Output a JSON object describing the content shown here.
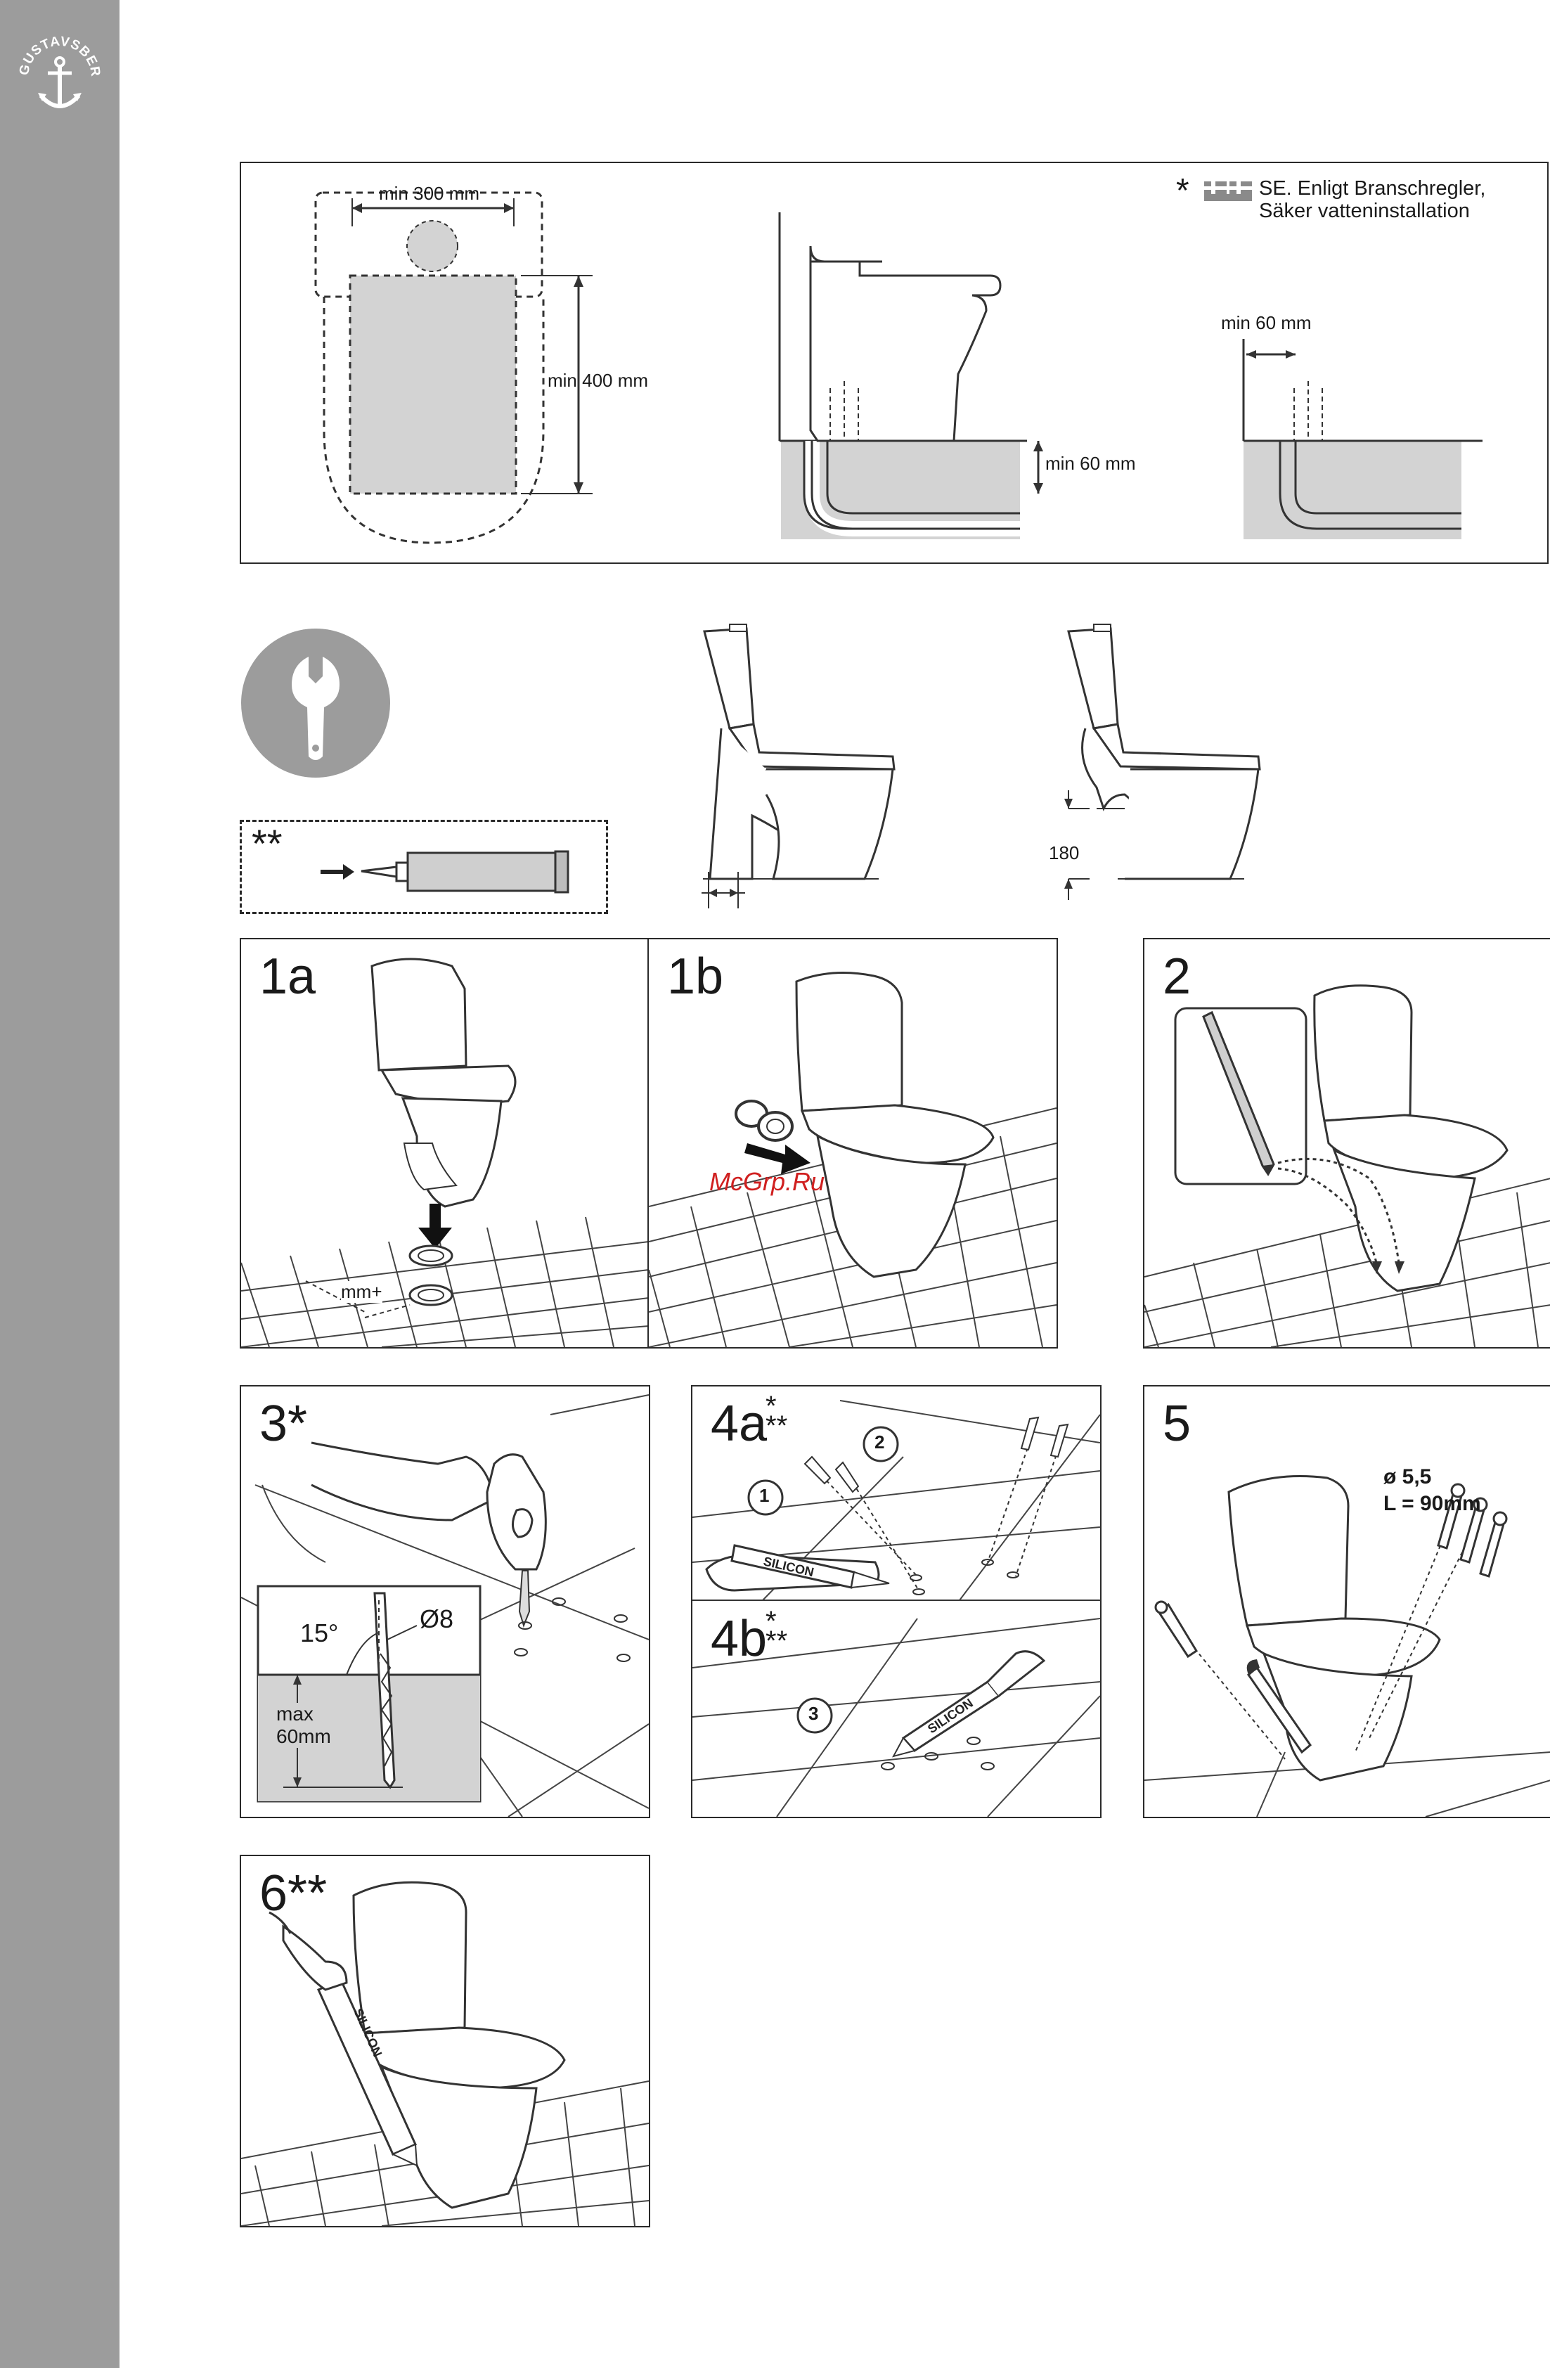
{
  "brand": {
    "logo_text": "GUSTAVSBERG"
  },
  "requirements": {
    "width_label": "min 300 mm",
    "depth_label": "min 400 mm",
    "floor_height_label": "min 60 mm",
    "wall_clearance_label": "min 60 mm",
    "se_note_star": "*",
    "se_note_line1": "SE. Enligt Branschregler,",
    "se_note_line2": "Säker vatteninstallation"
  },
  "tools": {
    "sealant_marker": "**"
  },
  "variant_dims": {
    "height_label": "180"
  },
  "steps": [
    {
      "id": "1a",
      "label": "1a",
      "note": "mm+"
    },
    {
      "id": "1b",
      "label": "1b",
      "watermark": "McGrp.Ru"
    },
    {
      "id": "2",
      "label": "2"
    },
    {
      "id": "3",
      "label": "3*",
      "angle": "15°",
      "diameter": "Ø8",
      "depth_line1": "max",
      "depth_line2": "60mm"
    },
    {
      "id": "4a",
      "label": "4a",
      "stars": "*\n**",
      "callout1": "1",
      "callout2": "2",
      "tube_text": "SILICON"
    },
    {
      "id": "4b",
      "label": "4b",
      "stars": "*\n**",
      "callout3": "3",
      "tube_text": "SILICON"
    },
    {
      "id": "5",
      "label": "5",
      "screw_diameter": "ø 5,5",
      "screw_length": "L = 90mm"
    },
    {
      "id": "6",
      "label": "6**",
      "tube_text": "SILICON"
    }
  ]
}
